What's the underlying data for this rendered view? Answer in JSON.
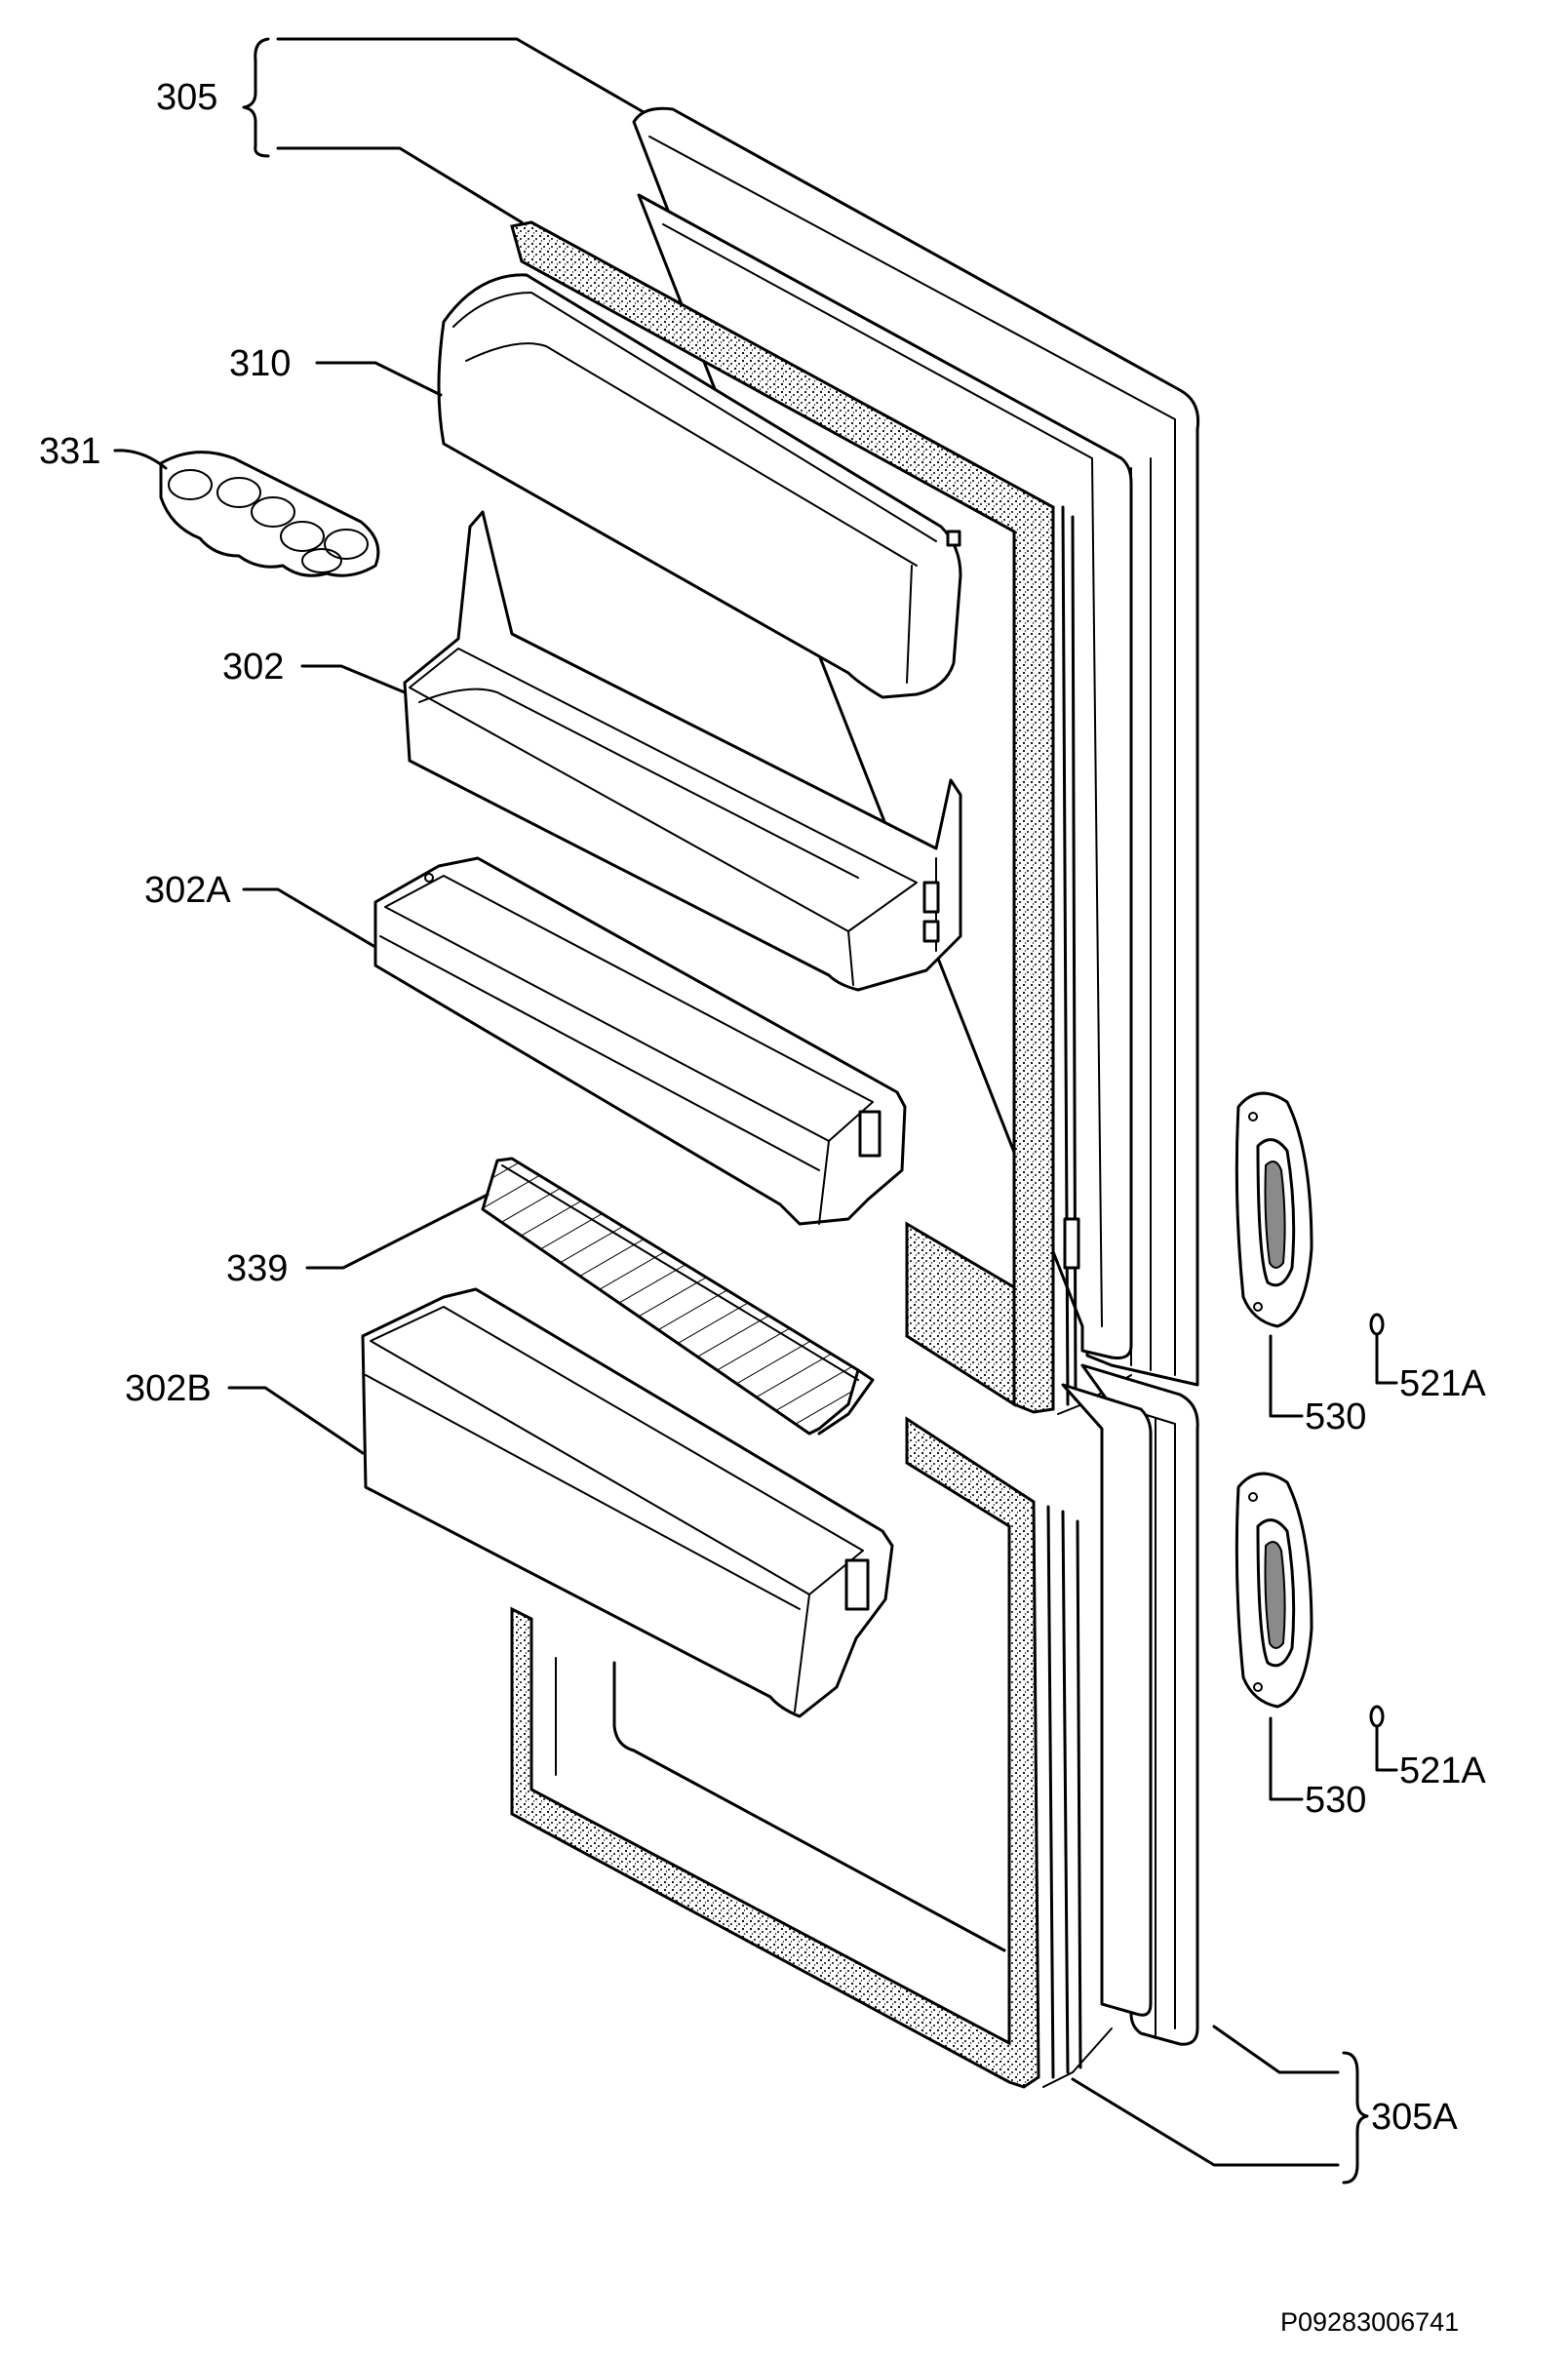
{
  "labels": {
    "l305": "305",
    "l310": "310",
    "l331": "331",
    "l302": "302",
    "l302a": "302A",
    "l339": "339",
    "l302b": "302B",
    "l530_upper": "530",
    "l521a_upper": "521A",
    "l530_lower": "530",
    "l521a_lower": "521A",
    "l305a": "305A"
  },
  "drawing_code": "P09283006741"
}
